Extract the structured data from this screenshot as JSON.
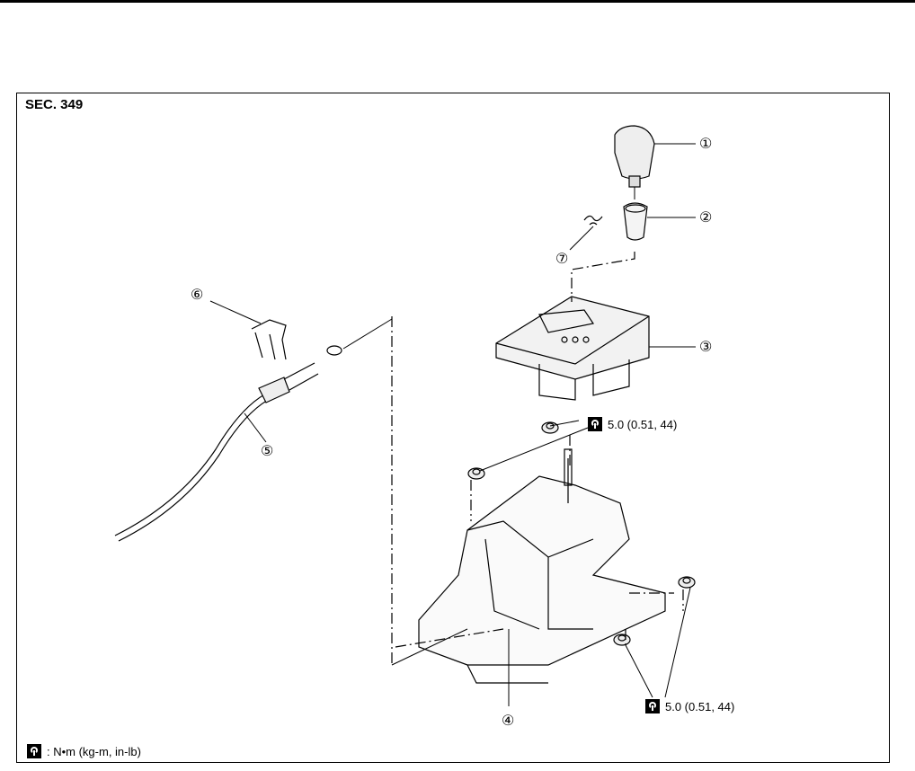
{
  "section_label": "SEC. 349",
  "parts": [
    {
      "num": "①"
    },
    {
      "num": "②"
    },
    {
      "num": "③"
    },
    {
      "num": "④"
    },
    {
      "num": "⑤"
    },
    {
      "num": "⑥"
    },
    {
      "num": "⑦"
    }
  ],
  "torque_upper": "5.0 (0.51, 44)",
  "torque_lower": "5.0 (0.51, 44)",
  "legend_text": ": N•m (kg-m, in-lb)",
  "icons": [
    "torque-wrench-icon"
  ]
}
